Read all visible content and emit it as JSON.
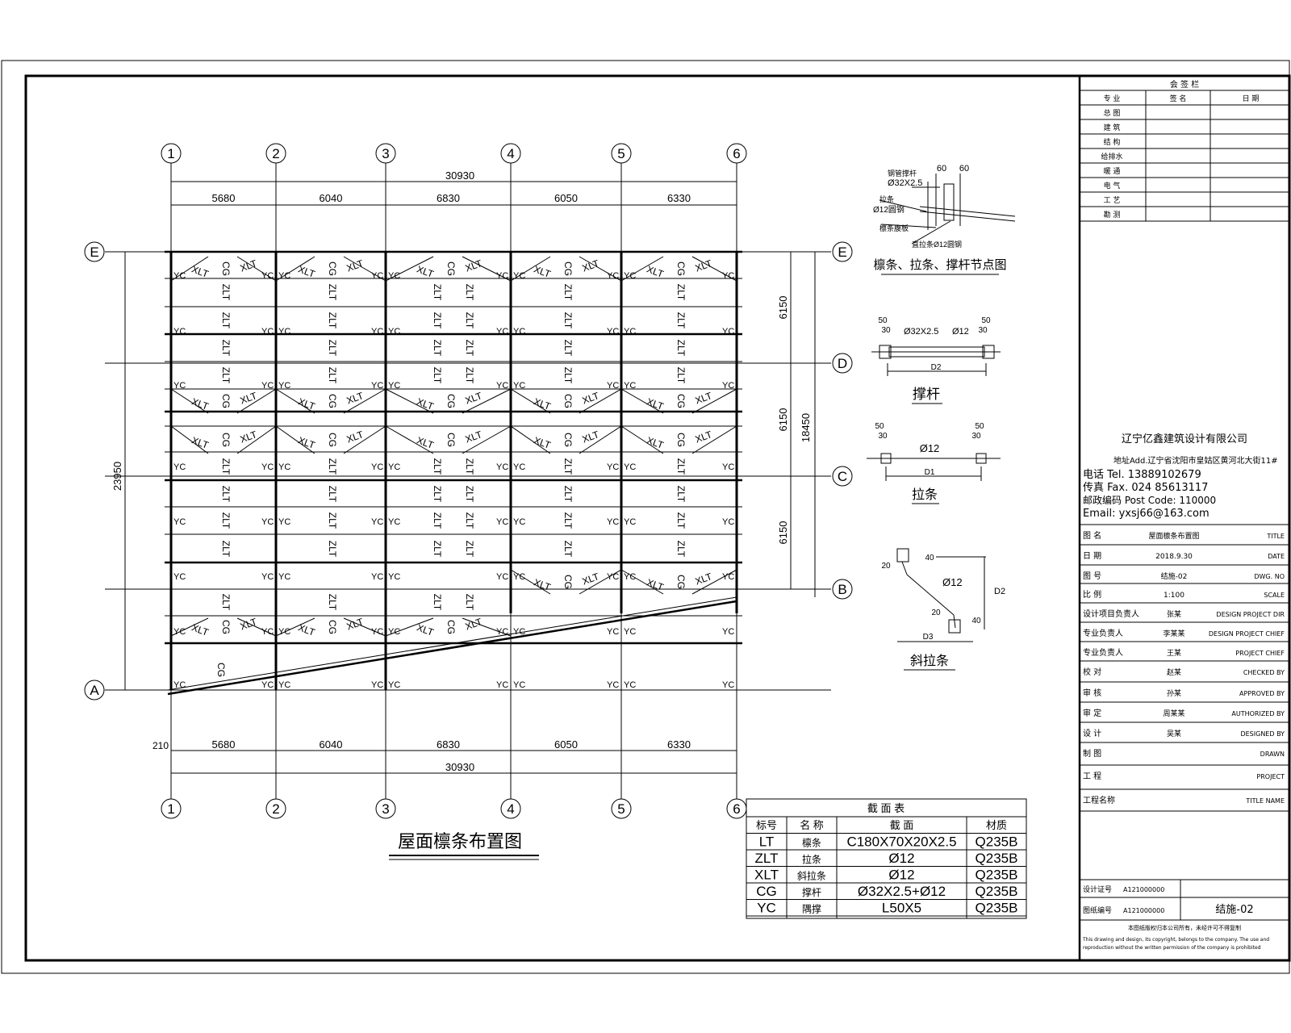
{
  "drawing": {
    "title": "屋面檩条布置图",
    "grid_x_labels": [
      "1",
      "2",
      "3",
      "4",
      "5",
      "6"
    ],
    "grid_y_labels": [
      "E",
      "D",
      "C",
      "B",
      "A"
    ],
    "top_total": "30930",
    "top_spans": [
      "5680",
      "6040",
      "6830",
      "6050",
      "6330"
    ],
    "bottom_spans": [
      "5680",
      "6040",
      "6830",
      "6050",
      "6330"
    ],
    "bottom_total": "30930",
    "bottom_offset": "210",
    "left_total": "23950",
    "right_spans": [
      "6150",
      "6150",
      "6150"
    ],
    "right_total": "18450"
  },
  "member_labels": {
    "purlin_tie": "ZLT",
    "diag_tie": "XLT",
    "strut": "CG",
    "brace": "YC"
  },
  "details": {
    "node": {
      "title": "檩条、拉条、撑杆节点图",
      "dim_a": "60",
      "dim_b": "60",
      "strut_note": "钢管撑杆",
      "strut_size": "Ø32X2.5",
      "tie_note": "拉条",
      "tie_size": "Ø12圆钢",
      "purlin_note": "檩条腹板",
      "bottom_note": "直拉条Ø12圆钢"
    },
    "strut": {
      "title": "撑杆",
      "pipe": "Ø32X2.5",
      "rod": "Ø12",
      "d1": "50",
      "d2": "30",
      "d3": "50",
      "d4": "30",
      "len": "D2"
    },
    "tie": {
      "title": "拉条",
      "rod": "Ø12",
      "d1": "50",
      "d2": "30",
      "d3": "50",
      "d4": "30",
      "len": "D1"
    },
    "diag": {
      "title": "斜拉条",
      "rod": "Ø12",
      "a": "40",
      "b": "20",
      "c": "20",
      "d": "40",
      "len": "D3",
      "height": "D2"
    }
  },
  "section_table": {
    "title": "截 面 表",
    "headers": [
      "标号",
      "名 称",
      "截 面",
      "材质"
    ],
    "rows": [
      [
        "LT",
        "檩条",
        "C180X70X20X2.5",
        "Q235B"
      ],
      [
        "ZLT",
        "拉条",
        "Ø12",
        "Q235B"
      ],
      [
        "XLT",
        "斜拉条",
        "Ø12",
        "Q235B"
      ],
      [
        "CG",
        "撑杆",
        "Ø32X2.5+Ø12",
        "Q235B"
      ],
      [
        "YC",
        "隅撑",
        "L50X5",
        "Q235B"
      ]
    ]
  },
  "title_block": {
    "sign_header": "会 签 栏",
    "sign_cols": [
      "专 业",
      "签 名",
      "日 期"
    ],
    "sign_rows": [
      "总 图",
      "建 筑",
      "结 构",
      "给排水",
      "暖 通",
      "电 气",
      "工 艺",
      "勘 测"
    ],
    "company": "辽宁亿鑫建筑设计有限公司",
    "address": "地址Add.辽宁省沈阳市皇姑区黄河北大街11#",
    "tel": "电话 Tel.   13889102679",
    "fax": "传真 Fax.  024 85613117",
    "post": "邮政编码 Post Code:  110000",
    "email": "Email:  yxsj66@163.com",
    "rows": [
      [
        "图 名",
        "屋面檩条布置图",
        "TITLE"
      ],
      [
        "日 期",
        "2018.9.30",
        "DATE"
      ],
      [
        "图 号",
        "结施-02",
        "DWG. NO"
      ],
      [
        "比 例",
        "1:100",
        "SCALE"
      ],
      [
        "设计项目负责人",
        "张某",
        "DESIGN PROJECT DIR"
      ],
      [
        "专业负责人",
        "李某某",
        "DESIGN PROJECT CHIEF"
      ],
      [
        "专业负责人",
        "王某",
        "PROJECT CHIEF"
      ],
      [
        "校 对",
        "赵某",
        "CHECKED BY"
      ],
      [
        "审 核",
        "孙某",
        "APPROVED BY"
      ],
      [
        "审 定",
        "周某某",
        "AUTHORIZED BY"
      ],
      [
        "设 计",
        "吴某",
        "DESIGNED BY"
      ],
      [
        "制 图",
        "",
        "DRAWN"
      ],
      [
        "工 程",
        "",
        "PROJECT"
      ],
      [
        "工程名称",
        "",
        "TITLE NAME"
      ]
    ],
    "design_no_label": "设计证号",
    "design_no": "A121000000",
    "sheet_label": "图纸编号",
    "sheet_value": "A121000000",
    "sheet_no": "结施-02",
    "footer1": "本图纸版权归本公司所有，未经许可不得复制",
    "footer2": "This drawing and design, its copyright, belongs to the company. The use and",
    "footer3": "reproduction without the written permission of the company is prohibited"
  }
}
